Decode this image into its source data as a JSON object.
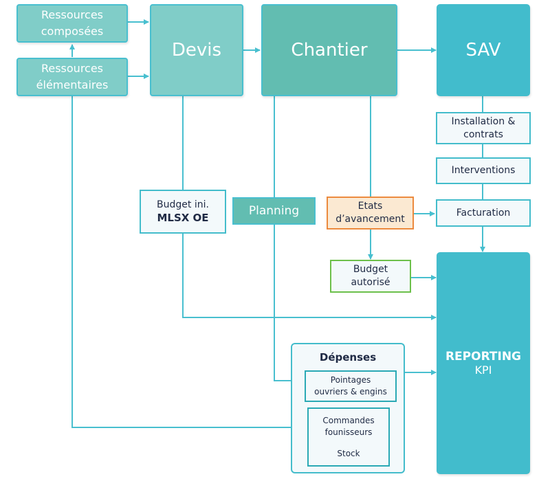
{
  "diagram": {
    "ressources_composees": [
      "Ressources",
      "composées"
    ],
    "ressources_elementaires": [
      "Ressources",
      "élémentaires"
    ],
    "devis": "Devis",
    "chantier": "Chantier",
    "sav": "SAV",
    "installation": [
      "Installation &",
      "contrats"
    ],
    "interventions": "Interventions",
    "facturation": "Facturation",
    "budget_initial": [
      "Budget ini.",
      "MLSX OE"
    ],
    "planning": "Planning",
    "etats_avancement": [
      "Etats",
      "d’avancement"
    ],
    "budget_autorise": [
      "Budget",
      "autorisé"
    ],
    "reporting": [
      "REPORTING",
      "KPI"
    ],
    "depenses": {
      "title": "Dépenses",
      "pointages": [
        "Pointages",
        "ouvriers & engins"
      ],
      "commandes": [
        "Commandes",
        "founisseurs",
        "Stock"
      ]
    }
  },
  "colors": {
    "connector": "#48bfcf",
    "teal_light": "#80cdc8",
    "teal_mid": "#62bdb1",
    "teal_dark": "#42bccc",
    "orange": "#ec8a3e",
    "green": "#6cc04a",
    "text_dark": "#1f2a44"
  }
}
